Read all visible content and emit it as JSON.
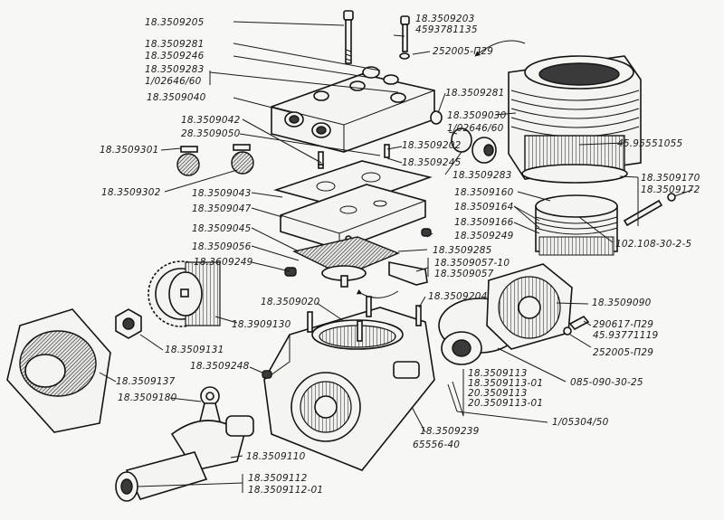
{
  "diagram": {
    "subject": "Air compressor exploded view",
    "labels": {
      "l01": "18.3509205",
      "l02": "18.3509203",
      "l03": "4593781135",
      "l04": "18.3509281",
      "l05": "18.3509246",
      "l06": "252005-П29",
      "l07": "18.3509283",
      "l08": "1/02646/60",
      "l09": "18.3509040",
      "l10": "18.3509281",
      "l11": "18.3509030",
      "l12": "1/02646/60",
      "l13": "18.3509042",
      "l14": "28.3509050",
      "l15": "18.3509202",
      "l16": "18.3509245",
      "l17": "45.95551055",
      "l18": "18.3509301",
      "l19": "18.3509283",
      "l20": "18.3509170",
      "l21": "18.3509172",
      "l22": "18.3509302",
      "l23": "18.3509043",
      "l24": "18.3509160",
      "l25": "18.3509047",
      "l26": "18.3509164",
      "l27": "18.3509045",
      "l28": "18.3509166",
      "l29": "18.3509249",
      "l30": "18.3509056",
      "l31": "18.3509285",
      "l32": "102.108-30-2-5",
      "l33": "18.3609249",
      "l34": "18.3509057-10",
      "l35": "18.3509057",
      "l36": "18.3509020",
      "l37": "18.3509204",
      "l38": "18.3509090",
      "l39": "18.3909130",
      "l40": "290617-П29",
      "l41": "45.93771119",
      "l42": "18.3509131",
      "l43": "252005-П29",
      "l44": "18.3509137",
      "l45": "18.3509248",
      "l46": "18.3509113",
      "l47": "18.3509113-01",
      "l48": "20.3509113",
      "l49": "20.3509113-01",
      "l50": "085-090-30-25",
      "l51": "18.3509180",
      "l52": "1/05304/50",
      "l53": "18.3509239",
      "l54": "65556-40",
      "l55": "18.3509110",
      "l56": "18.3509112",
      "l57": "18.3509112-01"
    }
  }
}
